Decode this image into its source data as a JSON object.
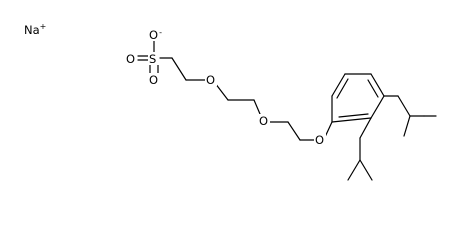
{
  "molecule": {
    "counterion": {
      "symbol": "Na",
      "charge": "+"
    },
    "atoms": {
      "o_minus": {
        "symbol": "O",
        "charge": "-"
      },
      "o_left": "O",
      "sulfur": "S",
      "o_right": "O",
      "ether_o1": "O",
      "ether_o2": "O",
      "ether_o3": "O"
    }
  }
}
